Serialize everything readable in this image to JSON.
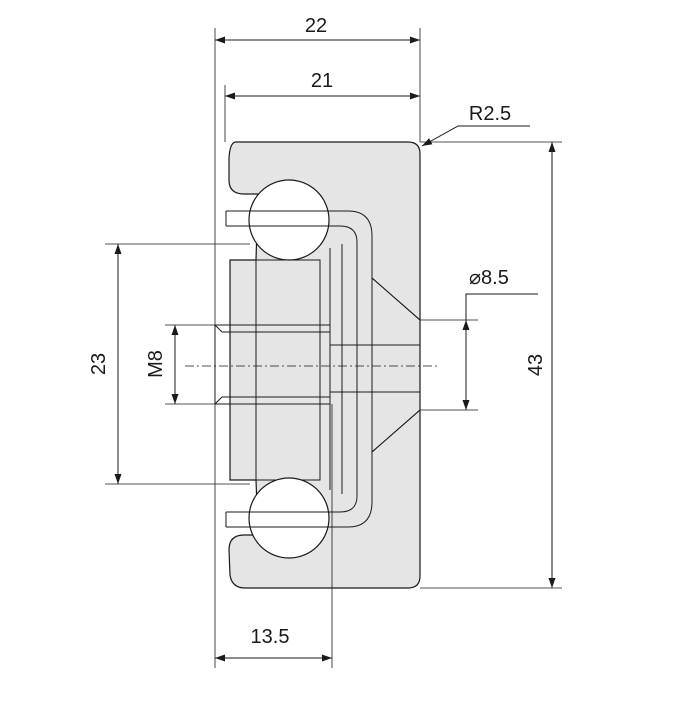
{
  "drawing": {
    "part_fill": "#e5e5e5",
    "line_color": "#1a1a1a",
    "dimensions": {
      "overall_width": "22",
      "inner_width": "21",
      "corner_radius": "R2.5",
      "counterbore_diameter": "8.5",
      "height": "43",
      "ball_spacing": "23",
      "thread": "M8",
      "thread_depth": "13.5"
    },
    "diameter_symbol": "⌀"
  }
}
